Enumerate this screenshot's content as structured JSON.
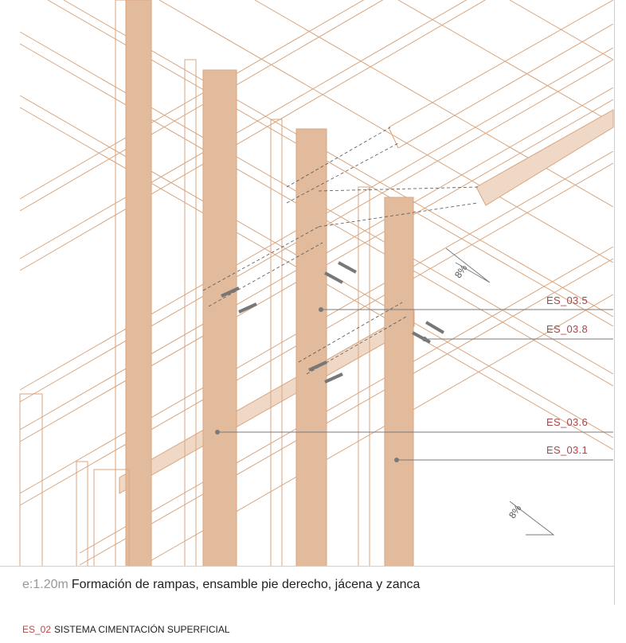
{
  "drawing": {
    "callouts": [
      "ES_03.5",
      "ES_03.8",
      "ES_03.6",
      "ES_03.1"
    ],
    "slope_labels": [
      "8%",
      "8%"
    ]
  },
  "caption": {
    "scale": "e:1.20m",
    "text": "Formación de rampas, ensamble pie derecho, jácena y zanca"
  },
  "sheet_title": {
    "code": "ES_02",
    "text": "SISTEMA CIMENTACIÓN SUPERFICIAL"
  },
  "colors": {
    "wood_line": "#d9a57e",
    "wood_fill": "#efd9c6",
    "callout_text": "#a8474a"
  }
}
